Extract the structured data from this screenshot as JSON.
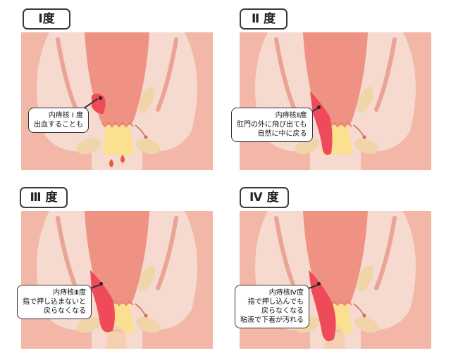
{
  "colors": {
    "tissue": "#f6d9cf",
    "muscle": "#f2b7a7",
    "rectum": "#ef9283",
    "canal": "#fbe08f",
    "fat": "#f0d5a8",
    "hemorrhoid": "#ee4a59",
    "blood": "#e85a33",
    "finger": "#f5cfb0",
    "outline": "#333333"
  },
  "panels": [
    {
      "title": "Ⅰ度",
      "hemorrhoid_stage": 1,
      "callout_lines": [
        "内痔核 Ⅰ 度",
        "出血することも"
      ],
      "blood_drops": 2,
      "finger_shown": false
    },
    {
      "title": "Ⅱ 度",
      "hemorrhoid_stage": 2,
      "callout_lines": [
        "内痔核Ⅱ度",
        "肛門の外に飛び出ても",
        "自然に中に戻る"
      ],
      "blood_drops": 0,
      "finger_shown": false
    },
    {
      "title": "Ⅲ 度",
      "hemorrhoid_stage": 3,
      "callout_lines": [
        "内痔核Ⅲ度",
        "指で押し込まないと",
        "戻らなくなる"
      ],
      "blood_drops": 0,
      "finger_shown": true
    },
    {
      "title": "Ⅳ 度",
      "hemorrhoid_stage": 4,
      "callout_lines": [
        "内痔核Ⅳ度",
        "指で押し込んでも",
        "戻らなくなる",
        "粘液で下着が汚れる"
      ],
      "blood_drops": 0,
      "finger_shown": true
    }
  ]
}
